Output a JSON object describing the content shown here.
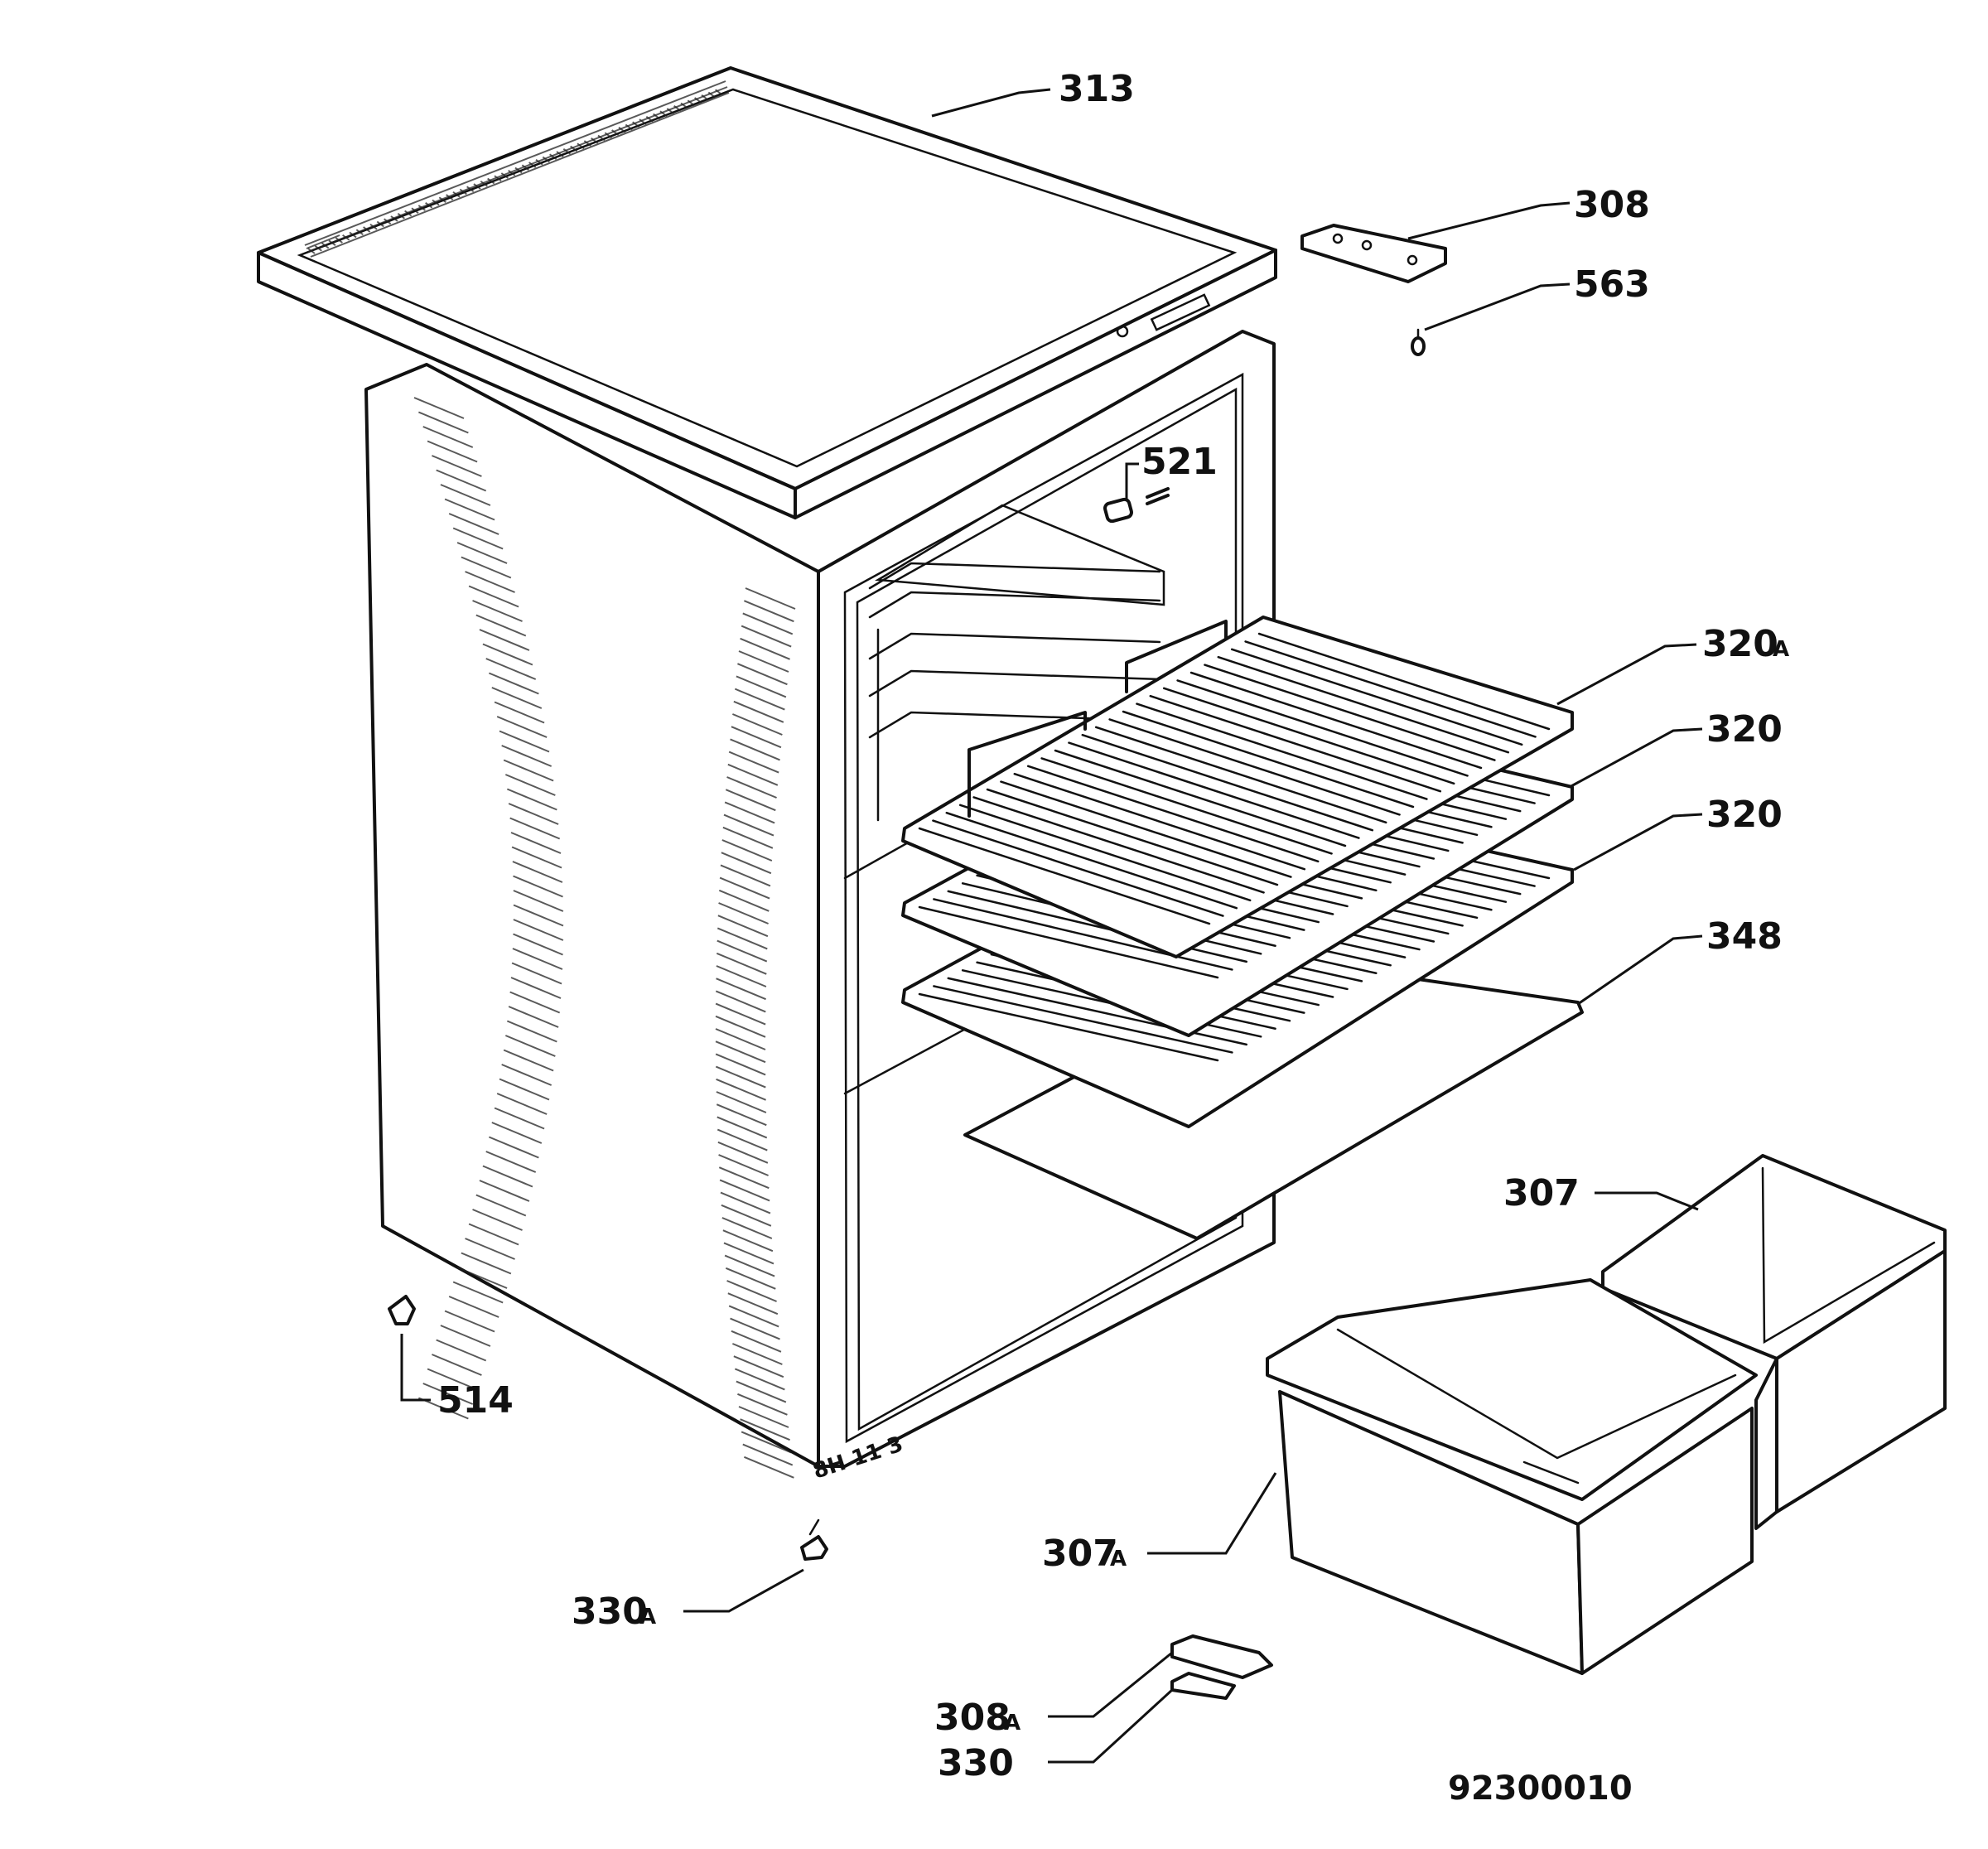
{
  "diagram": {
    "drawing_number": "92300010",
    "stamp": "8H 11 3",
    "callouts": [
      {
        "id": "313",
        "text": "313"
      },
      {
        "id": "308",
        "text": "308"
      },
      {
        "id": "563",
        "text": "563"
      },
      {
        "id": "521",
        "text": "521"
      },
      {
        "id": "320A",
        "text": "320",
        "suffix": "A"
      },
      {
        "id": "320-upper",
        "text": "320"
      },
      {
        "id": "320-lower",
        "text": "320"
      },
      {
        "id": "348",
        "text": "348"
      },
      {
        "id": "307",
        "text": "307"
      },
      {
        "id": "307A",
        "text": "307",
        "suffix": "A"
      },
      {
        "id": "514",
        "text": "514"
      },
      {
        "id": "330A",
        "text": "330",
        "suffix": "A"
      },
      {
        "id": "308A",
        "text": "308",
        "suffix": "A"
      },
      {
        "id": "330",
        "text": "330"
      }
    ]
  }
}
